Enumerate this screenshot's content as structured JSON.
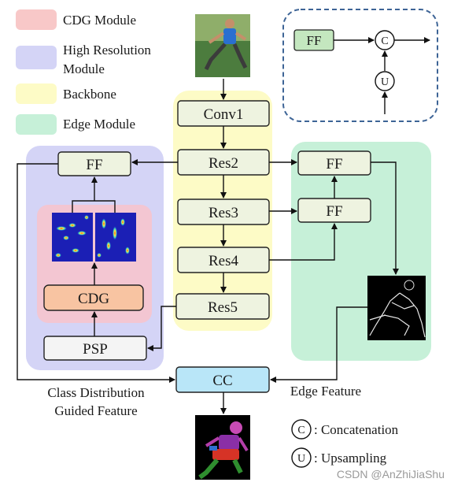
{
  "legend": {
    "cdg": "CDG Module",
    "high_res_line1": "High Resolution",
    "high_res_line2": "Module",
    "backbone": "Backbone",
    "edge": "Edge Module"
  },
  "colors": {
    "cdg": "#f8c8c8",
    "high_res": "#d4d4f6",
    "backbone": "#fdfbc6",
    "edge": "#c6f0d8",
    "block_fill": "#eef3e0",
    "cdg_block": "#f8c4a2",
    "cc_block": "#b9e6f8",
    "inset_border": "#3d6496"
  },
  "backbone": {
    "conv1": "Conv1",
    "res2": "Res2",
    "res3": "Res3",
    "res4": "Res4",
    "res5": "Res5"
  },
  "high_res_module": {
    "ff": "FF",
    "cdg": "CDG",
    "psp": "PSP"
  },
  "edge_module": {
    "ff_top": "FF",
    "ff_bottom": "FF"
  },
  "cc": "CC",
  "annotations": {
    "class_dist_line1": "Class Distribution",
    "class_dist_line2": "Guided Feature",
    "edge_feature": "Edge Feature"
  },
  "inset": {
    "ff": "FF",
    "concat_symbol": "C",
    "upsample_symbol": "U"
  },
  "key": {
    "concat_symbol": "C",
    "concat_text": ": Concatenation",
    "upsample_symbol": "U",
    "upsample_text": ": Upsampling"
  },
  "watermark": "CSDN @AnZhiJiaShu"
}
